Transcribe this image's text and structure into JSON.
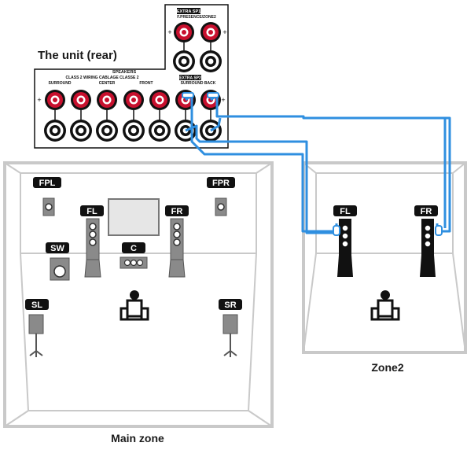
{
  "labels": {
    "unit_rear": "The unit (rear)",
    "main_zone": "Main zone",
    "zone2": "Zone2"
  },
  "panel": {
    "speakers": "SPEAKERS",
    "class_note": "CLASS 2 WIRING CABLAGE CLASSE 2",
    "extra_sp1": "EXTRA SP1",
    "extra_sp2": "EXTRA SP2",
    "presence_zone": "F.PRESENCE/ZONE2",
    "surround": "SURROUND",
    "center": "CENTER",
    "front": "FRONT",
    "surround_back": "SURROUND BACK"
  },
  "main_speakers": {
    "fpl": "FPL",
    "fpr": "FPR",
    "fl": "FL",
    "fr": "FR",
    "sw": "SW",
    "c": "C",
    "sl": "SL",
    "sr": "SR"
  },
  "zone2_speakers": {
    "fl": "FL",
    "fr": "FR"
  },
  "colors": {
    "terminal_red": "#c8102e",
    "cable_blue": "#2f8fe0",
    "room_gray": "#c9c9c9",
    "tag_black": "#111111"
  }
}
